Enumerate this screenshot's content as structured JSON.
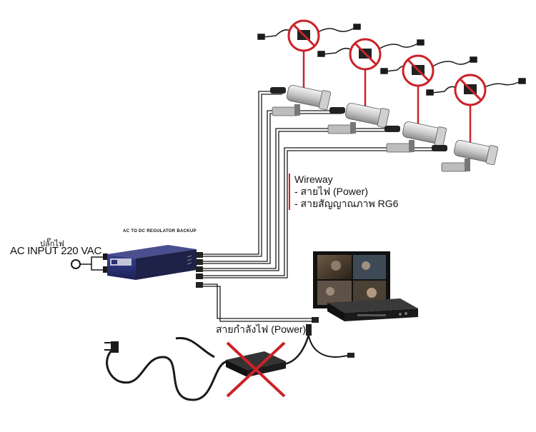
{
  "input": {
    "plug_label": "ปลั๊กไฟ",
    "ac_input_label": "AC INPUT 220 VAC"
  },
  "regulator": {
    "label": "AC TO DC REGULATOR BACKUP"
  },
  "wireway": {
    "title": "Wireway",
    "items": [
      "- สายไฟ (Power)",
      "- สายสัญญาณภาพ RG6"
    ]
  },
  "power_cable": {
    "label": "สายกำลังไฟ (Power)"
  },
  "colors": {
    "prohibition_red": "#cc2229",
    "cable": "#1a1a1a",
    "regulator_body": "#2a2f6e",
    "camera_body": "#d8d8d8"
  },
  "icons": [
    "no-adapter-icon",
    "camera-icon",
    "dvr-icon",
    "monitor-icon",
    "ac-plug-icon",
    "regulator-box-icon"
  ]
}
